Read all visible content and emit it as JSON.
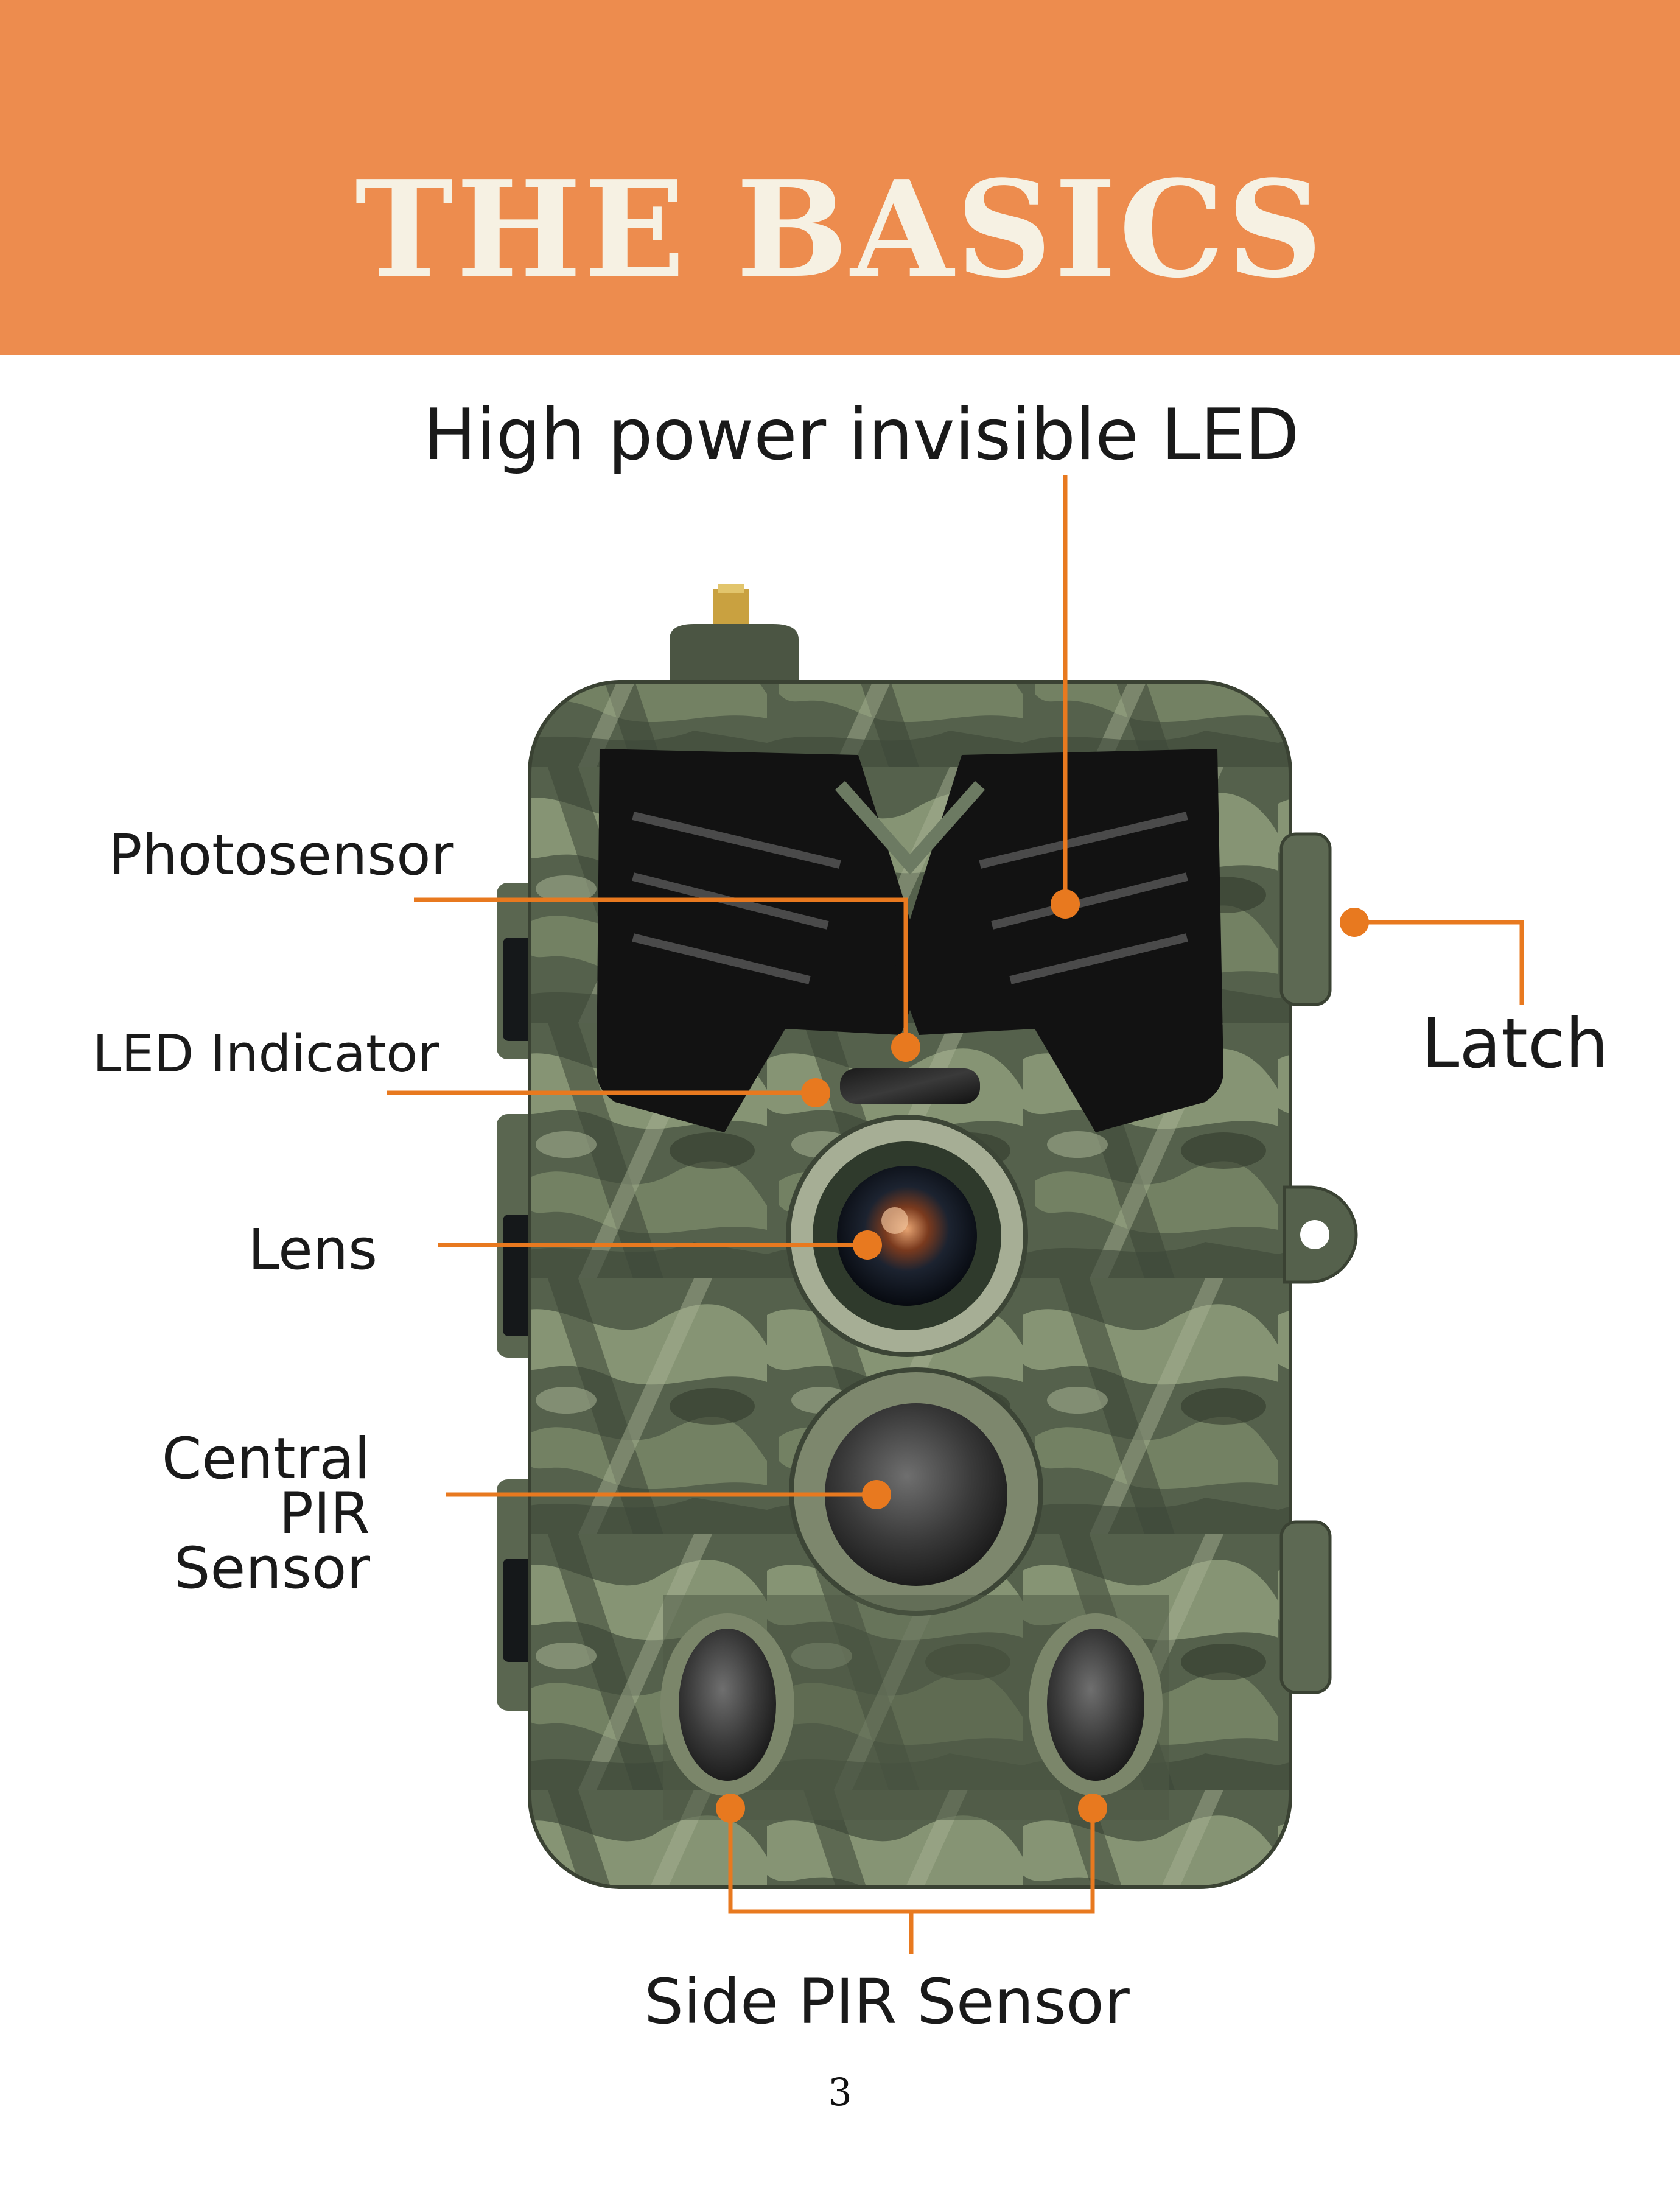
{
  "header": {
    "title": "THE BASICS"
  },
  "labels": {
    "high_power_led": "High power invisible LED",
    "photosensor": "Photosensor",
    "led_indicator": "LED Indicator",
    "lens": "Lens",
    "central_pir_line1": "Central",
    "central_pir_line2": "PIR",
    "central_pir_line3": "Sensor",
    "latch": "Latch",
    "side_pir": "Side PIR Sensor"
  },
  "footer": {
    "page_number": "3"
  },
  "colors": {
    "banner": "#ED8C4E",
    "banner_text": "#F6F1E3",
    "leader_lines": "#E8791F",
    "camo_base": "#5C6B52"
  }
}
